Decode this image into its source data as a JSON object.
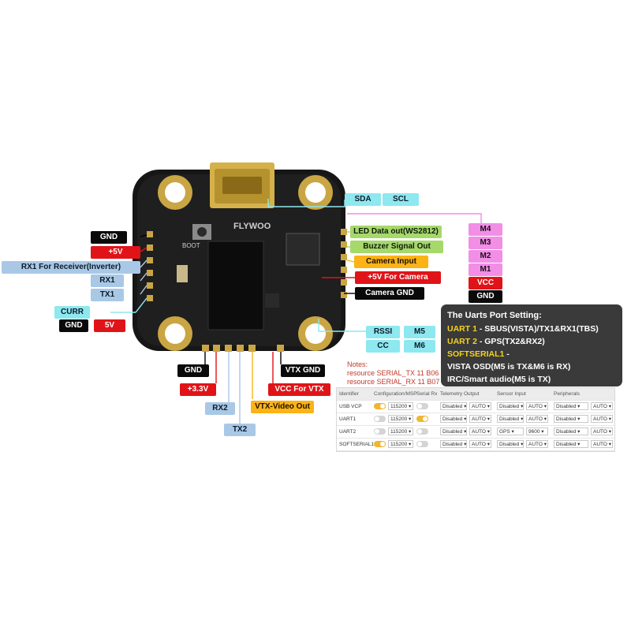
{
  "labels": {
    "gnd_left": "GND",
    "v5_left": "+5V",
    "rx1_inverter": "RX1 For Receiver(Inverter)",
    "rx1": "RX1",
    "tx1": "TX1",
    "curr": "CURR",
    "gnd_curr": "GND",
    "v5_curr": "5V",
    "sda": "SDA",
    "scl": "SCL",
    "m4": "M4",
    "m3": "M3",
    "m2": "M2",
    "m1": "M1",
    "vcc": "VCC",
    "gnd_motor": "GND",
    "led_data": "LED Data out(WS2812)",
    "buzzer": "Buzzer Signal Out",
    "camera_input": "Camera Input",
    "v5_camera": "+5V For Camera",
    "camera_gnd": "Camera GND",
    "rssi": "RSSI",
    "m5": "M5",
    "cc": "CC",
    "m6": "M6",
    "gnd_bottom": "GND",
    "v33": "+3.3V",
    "rx2": "RX2",
    "tx2": "TX2",
    "vtx_video": "VTX-Video Out",
    "vtx_gnd": "VTX GND",
    "vcc_vtx": "VCC For VTX"
  },
  "board": {
    "brand_text": "FLYWOO",
    "boot_text": "BOOT"
  },
  "uart_panel": {
    "title": "The Uarts Port Setting:",
    "line1_key": "UART 1",
    "line1_val": " - SBUS(VISTA)/TX1&RX1(TBS)",
    "line2_key": "UART 2",
    "line2_val": " - GPS(TX2&RX2)",
    "line3_key": "SOFTSERIAL1",
    "line3_val": " -",
    "line4": "VISTA OSD(M5 is TX&M6 is RX)",
    "line5": "IRC/Smart audio(M5 is TX)"
  },
  "notes": {
    "title": "Notes:",
    "line1": "resource SERIAL_TX 11 B06",
    "line2": "resource SERIAL_RX 11 B07"
  },
  "config_table": {
    "headers": [
      "Identifier",
      "Configuration/MSP",
      "Serial Rx",
      "Telemetry Output",
      "Sensor Input",
      "Peripherals"
    ],
    "rows": [
      {
        "id": "USB VCP",
        "msp_on": true,
        "baud": "115200",
        "rx_on": false,
        "tel": "Disabled",
        "tel_baud": "AUTO",
        "sensor": "Disabled",
        "sensor_baud": "AUTO",
        "peri": "Disabled",
        "peri_baud": "AUTO"
      },
      {
        "id": "UART1",
        "msp_on": false,
        "baud": "115200",
        "rx_on": true,
        "tel": "Disabled",
        "tel_baud": "AUTO",
        "sensor": "Disabled",
        "sensor_baud": "AUTO",
        "peri": "Disabled",
        "peri_baud": "AUTO"
      },
      {
        "id": "UART2",
        "msp_on": false,
        "baud": "115200",
        "rx_on": false,
        "tel": "Disabled",
        "tel_baud": "AUTO",
        "sensor": "GPS",
        "sensor_baud": "9600",
        "peri": "Disabled",
        "peri_baud": "AUTO"
      },
      {
        "id": "SOFTSERIAL1",
        "msp_on": true,
        "baud": "115200",
        "rx_on": false,
        "tel": "Disabled",
        "tel_baud": "AUTO",
        "sensor": "Disabled",
        "sensor_baud": "AUTO",
        "peri": "Disabled",
        "peri_baud": "AUTO"
      }
    ]
  },
  "colors": {
    "label_black": "#0a0a0a",
    "label_red": "#e01418",
    "label_blue": "#a9c8e6",
    "label_cyan": "#8ee8ef",
    "label_pink": "#f28ee6",
    "label_green": "#a6d86a",
    "label_orange": "#fbb316",
    "panel_bg": "#3a3a3a",
    "panel_highlight": "#f6d21e"
  }
}
